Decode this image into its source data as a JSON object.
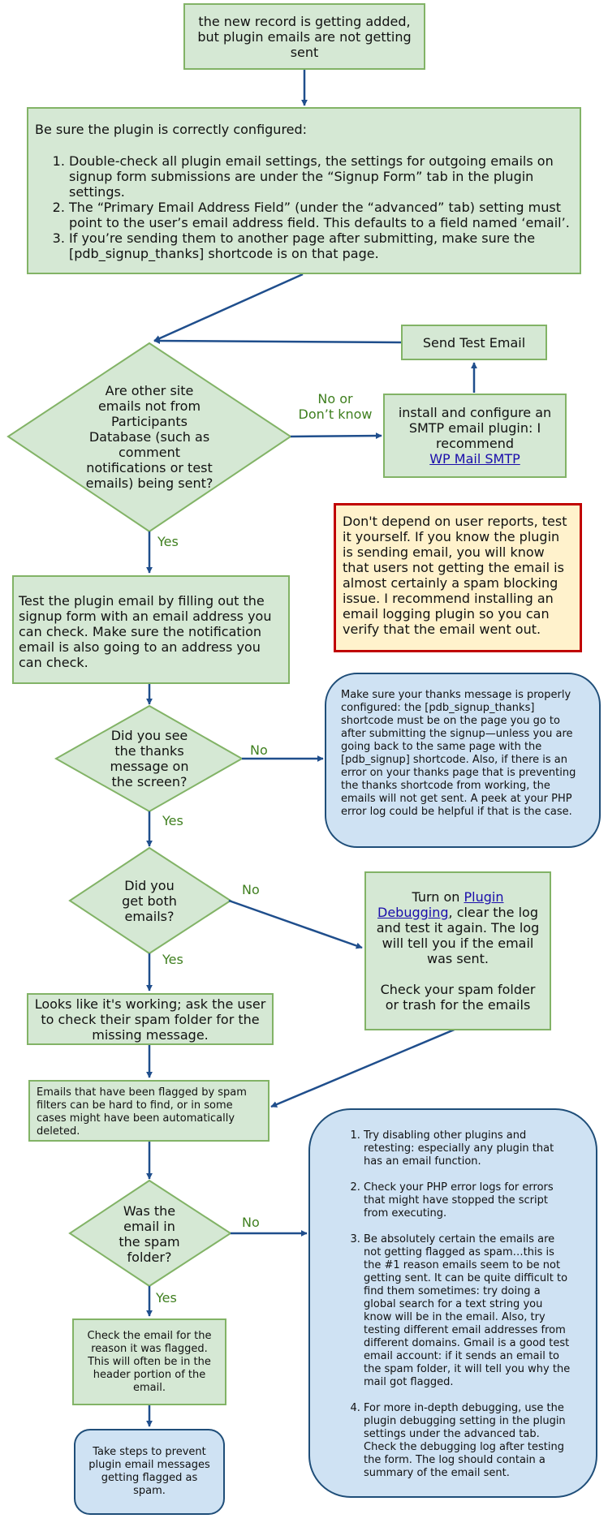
{
  "start": {
    "text": "the new record is getting added, but plugin emails are not getting sent"
  },
  "config": {
    "intro": "Be sure the plugin is correctly configured:",
    "items": [
      "Double-check all plugin email settings, the settings for outgoing emails on signup form submissions are under the “Signup Form” tab in the plugin settings.",
      "The “Primary Email Address Field” (under the “advanced” tab) setting must point to the user’s email address field. This defaults to a field named ‘email’.",
      "If you’re sending them to another page after submitting, make sure the [pdb_signup_thanks] shortcode is on that page."
    ]
  },
  "send_test": {
    "text": "Send Test Email"
  },
  "q_other": {
    "text": "Are other site emails not from Participants Database (such as comment notifications or test emails) being sent?"
  },
  "label_noknow": {
    "line1": "No or",
    "line2": "Don’t know"
  },
  "smtp": {
    "text": "install and configure an SMTP email plugin: I recommend",
    "link": "WP Mail SMTP"
  },
  "note": {
    "text": "Don't depend on user reports, test it yourself. If you know the plugin is sending email, you will know that users not getting the email is almost certainly a spam blocking issue. I recommend installing an email logging plugin so you can verify that the email went out."
  },
  "label_yes1": "Yes",
  "test_plugin": {
    "text": "Test the plugin email by filling out the signup form with an email address you can check. Make sure the notification email is also going to an address you can check."
  },
  "q_thanks": {
    "text": "Did you see the thanks message on the screen?"
  },
  "label_no1": "No",
  "thanks_info": {
    "text": "Make sure your thanks message is properly configured: the [pdb_signup_thanks] shortcode must be on the page you go to after submitting the signup—unless you are going back to the same page with the [pdb_signup] shortcode. Also, if there is an error on your thanks page that is preventing the thanks shortcode from working, the emails will not get sent. A peek at your PHP error log could be helpful if that is the case."
  },
  "label_yes2": "Yes",
  "q_both": {
    "text": "Did you get both emails?"
  },
  "label_no2": "No",
  "debug": {
    "pre": "Turn on",
    "link": "Plugin Debugging",
    "post": ", clear the log and test it again. The log will tell you if the email was sent.",
    "spam": "Check your spam folder or trash for the emails"
  },
  "label_yes3": "Yes",
  "working": {
    "text": "Looks like it's working; ask the user to check their spam folder for the missing message."
  },
  "flagged": {
    "text": "Emails that have been flagged by spam filters can be hard to find, or in some cases might have been automatically deleted."
  },
  "q_spam": {
    "text": "Was the email in the spam folder?"
  },
  "label_no3": "No",
  "tips": {
    "items": [
      "Try disabling other plugins and retesting: especially any plugin that has an email function.",
      "Check your PHP error logs for errors that might have stopped the script from executing.",
      "Be absolutely certain the emails are not getting flagged as spam…this is the #1 reason emails seem to be not getting sent. It can be quite difficult to find them sometimes: try doing a global search for a text string you know will be in the email. Also, try testing different email addresses from different domains. Gmail is a good test email account: if it sends an email to the spam folder, it will tell you why the mail got flagged.",
      "For more in-depth debugging, use the plugin debugging setting in the plugin settings under the advanced tab. Check the debugging log after testing the form. The log should contain a summary of the email sent."
    ]
  },
  "label_yes4": "Yes",
  "check_reason": {
    "text": "Check the email for the reason it was flagged. This will often be in the header portion of the email."
  },
  "prevent": {
    "text": "Take steps to prevent plugin email messages getting flagged as spam."
  },
  "colors": {
    "green_fill": "#d5e8d4",
    "green_border": "#82b366",
    "blue_fill": "#cfe2f3",
    "blue_border": "#1f4e79",
    "note_fill": "#fff2cc",
    "note_border": "#c00000",
    "arrow": "#1f4e8c"
  }
}
